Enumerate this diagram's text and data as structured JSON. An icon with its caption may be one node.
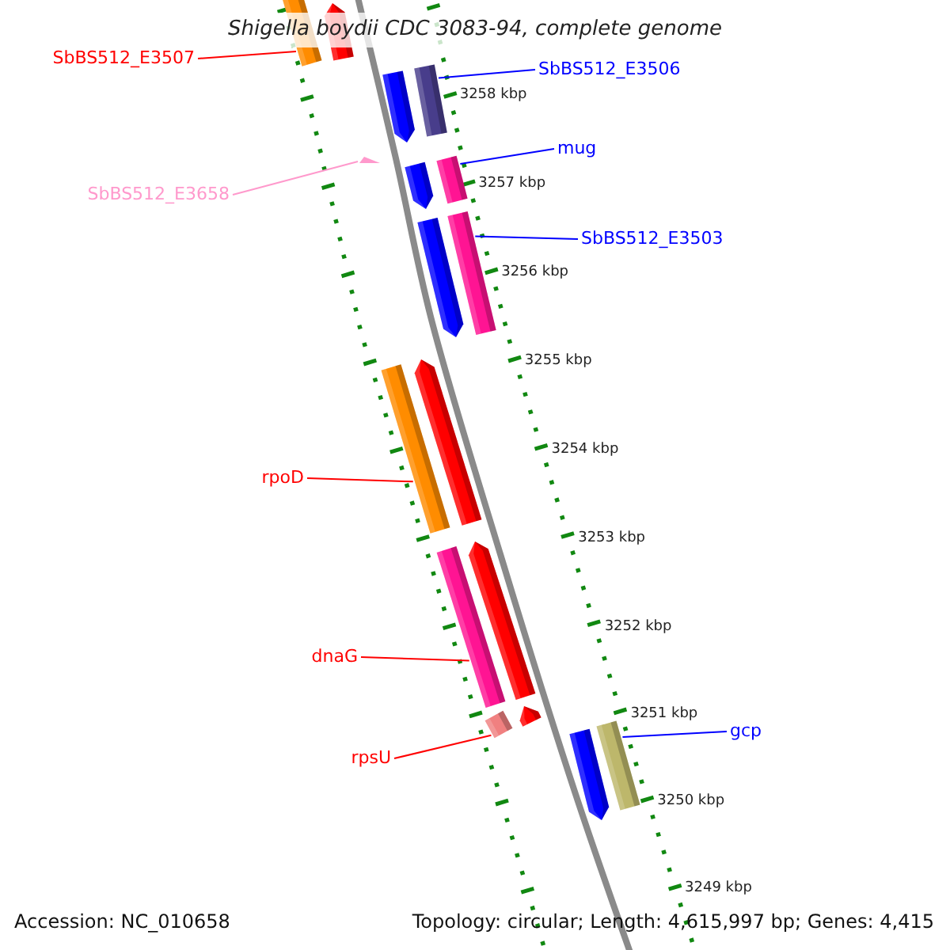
{
  "diagram": {
    "title": "Shigella boydii CDC 3083-94, complete genome",
    "nodes": [
      {
        "text": [
          "SbBS512_E3507"
        ]
      },
      {
        "text": [],
        "shape": "bar"
      },
      {
        "text": [],
        "shape": "bar"
      },
      {
        "text": [
          "SbBS512_E3506"
        ]
      },
      {
        "text": [],
        "shape": "bar"
      },
      {
        "text": [],
        "shape": "bar"
      },
      {
        "text": [
          "SbBS512_E3658"
        ]
      },
      {
        "text": [],
        "shape": "bar"
      },
      {
        "text": [
          "mug"
        ]
      },
      {
        "text": [],
        "shape": "bar"
      },
      {
        "text": [],
        "shape": "bar"
      },
      {
        "text": [
          "SbBS512_E3503"
        ]
      },
      {
        "text": [],
        "shape": "bar"
      },
      {
        "text": [],
        "shape": "bar"
      },
      {
        "text": [
          "rpoD"
        ]
      },
      {
        "text": [],
        "shape": "bar"
      },
      {
        "text": [],
        "shape": "bar"
      },
      {
        "text": [
          "dnaG"
        ]
      },
      {
        "text": [],
        "shape": "bar"
      },
      {
        "text": [],
        "shape": "bar"
      },
      {
        "text": [
          "rpsU"
        ]
      },
      {
        "text": [],
        "shape": "bar"
      },
      {
        "text": [],
        "shape": "bar"
      },
      {
        "text": [
          "gcp"
        ]
      },
      {
        "text": [],
        "shape": "bar"
      },
      {
        "text": [],
        "shape": "bar"
      }
    ],
    "edges": [
      {
        "from": 0,
        "to": 1,
        "arrow": "none",
        "color": "#ff0000"
      },
      {
        "from": 3,
        "to": 5,
        "arrow": "none",
        "color": "#0000ff"
      },
      {
        "from": 6,
        "to": 7,
        "arrow": "none",
        "color": "#ff99cc"
      },
      {
        "from": 8,
        "to": 10,
        "arrow": "none",
        "color": "#0000ff"
      },
      {
        "from": 11,
        "to": 13,
        "arrow": "none",
        "color": "#0000ff"
      },
      {
        "from": 14,
        "to": 15,
        "arrow": "none",
        "color": "#ff0000"
      },
      {
        "from": 17,
        "to": 18,
        "arrow": "none",
        "color": "#ff0000"
      },
      {
        "from": 20,
        "to": 21,
        "arrow": "none",
        "color": "#ff0000"
      },
      {
        "from": 23,
        "to": 25,
        "arrow": "none",
        "color": "#0000ff"
      }
    ],
    "labels": [
      "3258 kbp",
      "3257 kbp",
      "3256 kbp",
      "3255 kbp",
      "3254 kbp",
      "3253 kbp",
      "3252 kbp",
      "3251 kbp",
      "3250 kbp",
      "3249 kbp",
      "Accession: NC_010658",
      "Topology: circular; Length: 4,615,997 bp; Genes: 4,415"
    ]
  }
}
